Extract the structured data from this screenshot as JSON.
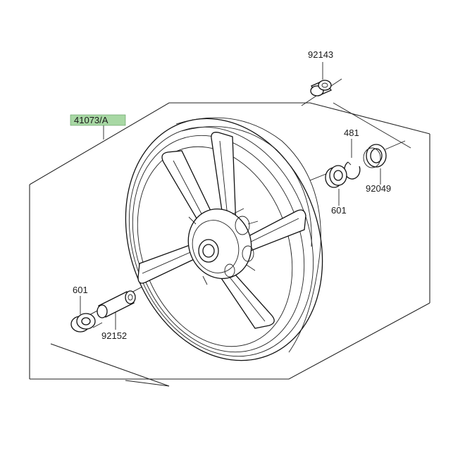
{
  "diagram": {
    "labels": {
      "part_92143": "92143",
      "part_41073A": "41073/A",
      "part_481": "481",
      "part_92049": "92049",
      "part_601_right": "601",
      "part_601_left": "601",
      "part_92152": "92152"
    },
    "colors": {
      "highlight": "#a8d8a4",
      "line": "#222222",
      "background": "#ffffff"
    }
  }
}
